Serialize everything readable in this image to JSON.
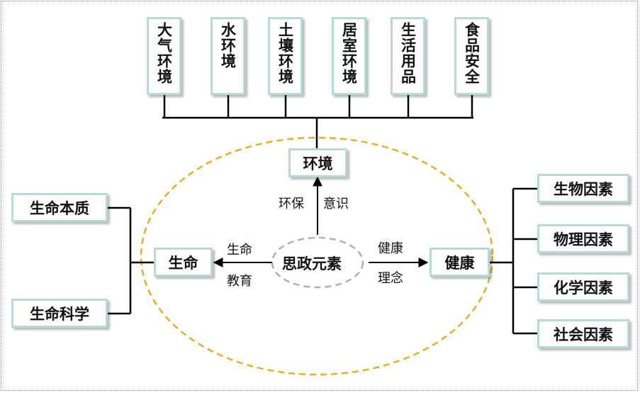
{
  "top_items": [
    "大气环境",
    "水环境",
    "土壤环境",
    "居室环境",
    "生活用品",
    "食品安全"
  ],
  "env_box": "环境",
  "center_node": "思政元素",
  "life_box": "生命",
  "health_box": "健康",
  "left_items": [
    "生命本质",
    "生命科学"
  ],
  "right_items": [
    "生物因素",
    "物理因素",
    "化学因素",
    "社会因素"
  ],
  "arrow_labels": {
    "env_1": "环保",
    "env_2": "意识",
    "life_1": "生命",
    "life_2": "教育",
    "health_1": "健康",
    "health_2": "理念"
  },
  "colors": {
    "box_border": "#b9d9d9",
    "outer_ellipse": "#e8b020",
    "center_ellipse": "#b0b0b0",
    "connector": "#000000"
  }
}
